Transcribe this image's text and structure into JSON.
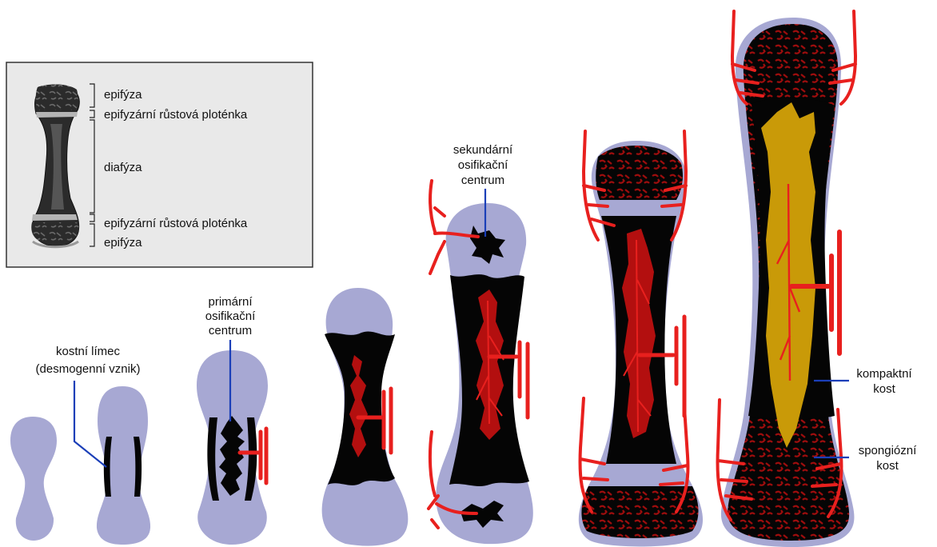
{
  "legend": {
    "items": [
      {
        "id": "epi_top",
        "text": "epifýza"
      },
      {
        "id": "plate_top",
        "text": "epifyzární růstová ploténka"
      },
      {
        "id": "diaph",
        "text": "diafýza"
      },
      {
        "id": "plate_bot",
        "text": "epifyzární růstová ploténka"
      },
      {
        "id": "epi_bot",
        "text": "epifýza"
      }
    ]
  },
  "labels": {
    "bone_collar": [
      "kostní límec",
      "(desmogenní vznik)"
    ],
    "primary_center": [
      "primární",
      "osifikační",
      "centrum"
    ],
    "secondary_center": [
      "sekundární",
      "osifikační",
      "centrum"
    ],
    "compact_bone": [
      "kompaktní",
      "kost"
    ],
    "spongy_bone": [
      "spongiózní",
      "kost"
    ]
  },
  "colors": {
    "cartilage": "#a7a8d3",
    "bone": "#050505",
    "marrow_red": "#b30f0f",
    "vessel": "#e8201e",
    "yellow_marrow": "#c99a08",
    "legend_bg": "#e9e9e9",
    "leader_line": "#1b3fb8"
  }
}
